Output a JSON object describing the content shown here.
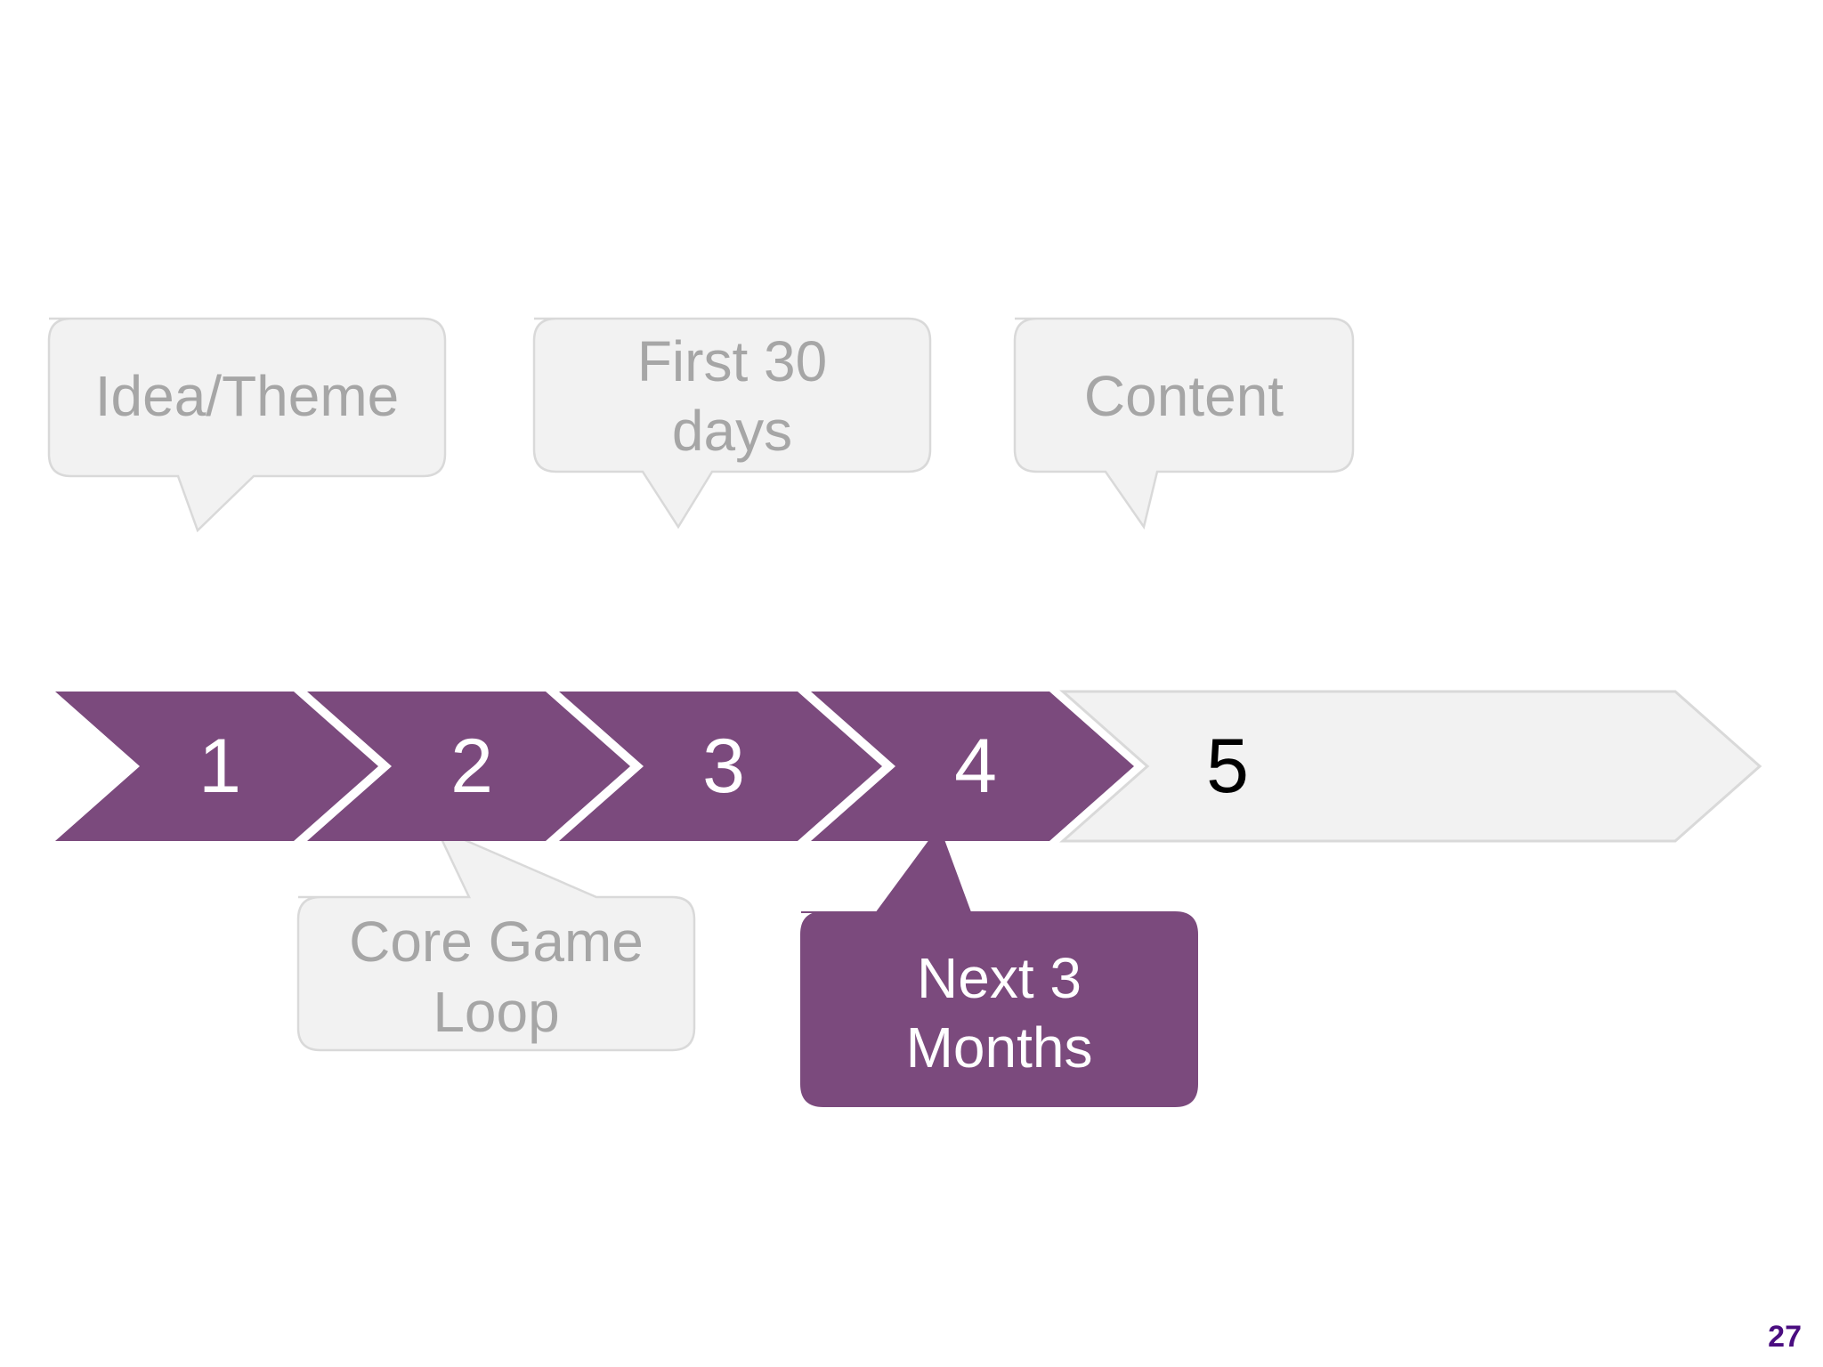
{
  "slide": {
    "background_color": "#FFFFFF",
    "page_number": "27",
    "page_number_color": "#4A0D80"
  },
  "theme": {
    "accent_purple": "#7B4A7D",
    "callout_fill": "#F2F2F2",
    "callout_border": "#D9D9D9",
    "callout_text": "#A6A6A6",
    "chevron_inactive_fill": "#F2F2F2",
    "chevron_inactive_border": "#D9D9D9",
    "chevron_active_text": "#FFFFFF",
    "chevron_inactive_text": "#000000"
  },
  "process_flow": {
    "type": "chevron-process",
    "step_count": 5,
    "steps": [
      {
        "number": "1",
        "state": "active",
        "label": "Idea/Theme",
        "label_position": "above",
        "label_style": "light"
      },
      {
        "number": "2",
        "state": "active",
        "label": "Core Game\nLoop",
        "label_position": "below",
        "label_style": "light"
      },
      {
        "number": "3",
        "state": "active",
        "label": "First 30\ndays",
        "label_position": "above",
        "label_style": "light"
      },
      {
        "number": "4",
        "state": "active",
        "label": "Next 3\nMonths",
        "label_position": "below",
        "label_style": "filled"
      },
      {
        "number": "5",
        "state": "inactive",
        "label": "Content",
        "label_position": "above",
        "label_style": "light"
      }
    ]
  },
  "callouts": {
    "idea_theme": {
      "text": "Idea/Theme",
      "points_to_step": "1",
      "position": "above",
      "fill": "#F2F2F2",
      "text_color": "#A6A6A6"
    },
    "core_game_loop": {
      "text": "Core Game\nLoop",
      "points_to_step": "2",
      "position": "below",
      "fill": "#F2F2F2",
      "text_color": "#A6A6A6"
    },
    "first_30_days": {
      "text": "First 30\ndays",
      "points_to_step": "3",
      "position": "above",
      "fill": "#F2F2F2",
      "text_color": "#A6A6A6"
    },
    "next_3_months": {
      "text": "Next 3\nMonths",
      "points_to_step": "4",
      "position": "below",
      "fill": "#7B4A7D",
      "text_color": "#FFFFFF"
    },
    "content": {
      "text": "Content",
      "points_to_step": "5",
      "position": "above",
      "fill": "#F2F2F2",
      "text_color": "#A6A6A6"
    }
  },
  "chevron_numbers": {
    "one": "1",
    "two": "2",
    "three": "3",
    "four": "4",
    "five": "5"
  }
}
